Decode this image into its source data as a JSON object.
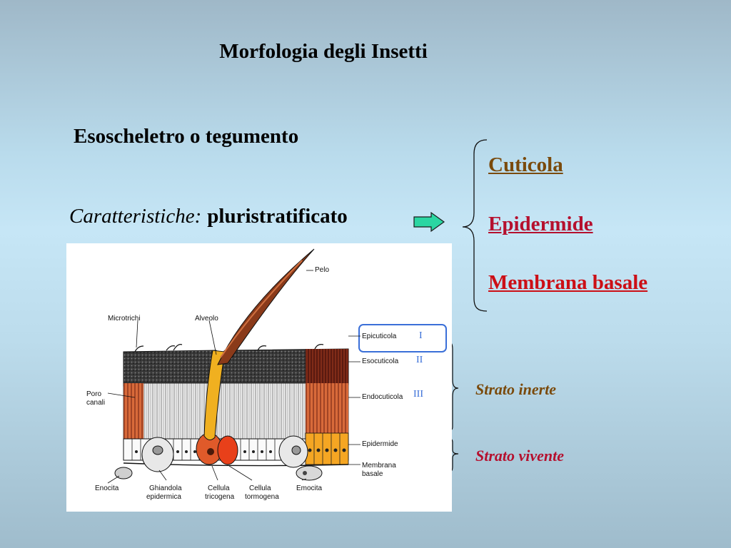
{
  "slide": {
    "title": "Morfologia degli Insetti",
    "subtitle": "Esoscheletro o tegumento",
    "properties_label": "Caratteristiche:",
    "properties_value": "pluristratificato"
  },
  "layers": [
    "Cuticola",
    "Epidermide",
    "Membrana basale"
  ],
  "strata": {
    "inert": "Strato inerte",
    "living": "Strato vivente"
  },
  "figure": {
    "labels": {
      "pelo": "Pelo",
      "microtrichi": "Microtrichi",
      "alveolo": "Alveolo",
      "poro_canali_1": "Poro",
      "poro_canali_2": "canali",
      "epicuticola": "Epicuticola",
      "esocuticola": "Esocuticola",
      "endocuticola": "Endocuticola",
      "epidermide": "Epidermide",
      "membrana_basale_1": "Membrana",
      "membrana_basale_2": "basale",
      "enocita": "Enocita",
      "ghiandola_1": "Ghiandola",
      "ghiandola_2": "epidermica",
      "cell_tricogena_1": "Cellula",
      "cell_tricogena_2": "tricogena",
      "cell_tormogena_1": "Cellula",
      "cell_tormogena_2": "tormogena",
      "emocita": "Emocita"
    },
    "roman": [
      "I",
      "II",
      "III"
    ]
  },
  "colors": {
    "cuticola": "#7a4a0c",
    "epidermide": "#b5102e",
    "membrana_basale": "#cc0f16",
    "arrow": "#2bd6a2",
    "callout_box": "#3a6fd8"
  }
}
